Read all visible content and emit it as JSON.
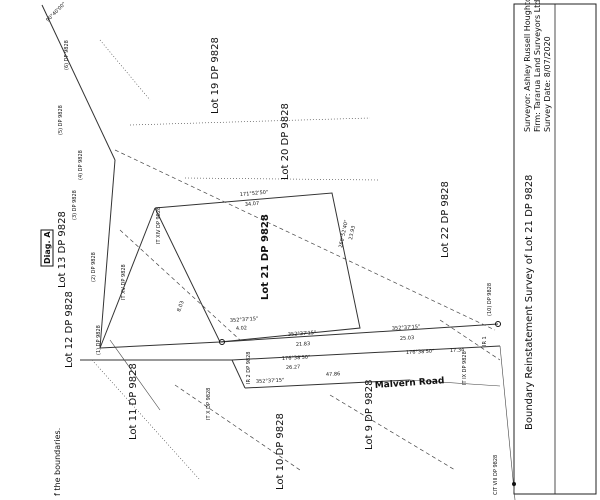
{
  "title_block": {
    "surveyor": "Surveyor: Ashley Russell Houghton",
    "firm": "Firm: Tararua Land Surveyors Ltd",
    "survey_date": "Survey Date: 8/07/2020"
  },
  "plan_title": "Boundary Reinstatement Survey of Lot 21 DP 9828",
  "road_name": "Malvern Road",
  "diag_label": "Diag. A",
  "lots": {
    "lot19": "Lot 19 DP 9828",
    "lot20": "Lot 20 DP 9828",
    "lot21": "Lot 21 DP 9828",
    "lot22": "Lot 22 DP 9828",
    "lot13": "Lot 13 DP 9828",
    "lot12": "Lot 12 DP 9828",
    "lot11": "Lot 11 DP 9828",
    "lot10": "Lot 10 DP 9828",
    "lot9": "Lot 9 DP 9828"
  },
  "bearings": {
    "north_boundary_bearing": "171°52'50\"",
    "north_boundary_distance": "34.07",
    "east_boundary_bearing": "260°52'40\"",
    "east_boundary_distance": "23.93",
    "south_a_bearing": "352°37'15\"",
    "south_a_distance": "21.83",
    "south_b_bearing": "352°37'15\"",
    "south_b_distance": "25.03",
    "road_top_bearing": "176°38'50\"",
    "road_top_distance": "17.34",
    "road_mid_bearing": "176°38'50\"",
    "road_mid_distance": "26.27",
    "road_bottom_bearing": "352°37'15\"",
    "road_bottom_distance": "47.86",
    "short_bearing": "352°37'15\"",
    "short_distance": "4.02",
    "west_distance": "8.03"
  },
  "marks": {
    "ir2": "IR 2 DP 9828",
    "ir1": "IR 1",
    "cit_viii": "CIT VIII DP 9828",
    "cit_ix": "IT IX DP 9828",
    "cit_x": "IT X DP 9828",
    "cit_xiv": "IT XIV DP 9828",
    "cit_xv": "IT XV DP 9828",
    "ref1": "(1) DP 9828",
    "ref2": "(2) DP 9828",
    "ref3": "(3) DP 9828",
    "ref4": "(4) DP 9828",
    "ref5": "(5) DP 9828",
    "ref6": "(6) DP 9828",
    "ref10": "(10) DP 9828",
    "corner_bearing": "90°40'00\""
  },
  "footnote": "f the boundaries."
}
